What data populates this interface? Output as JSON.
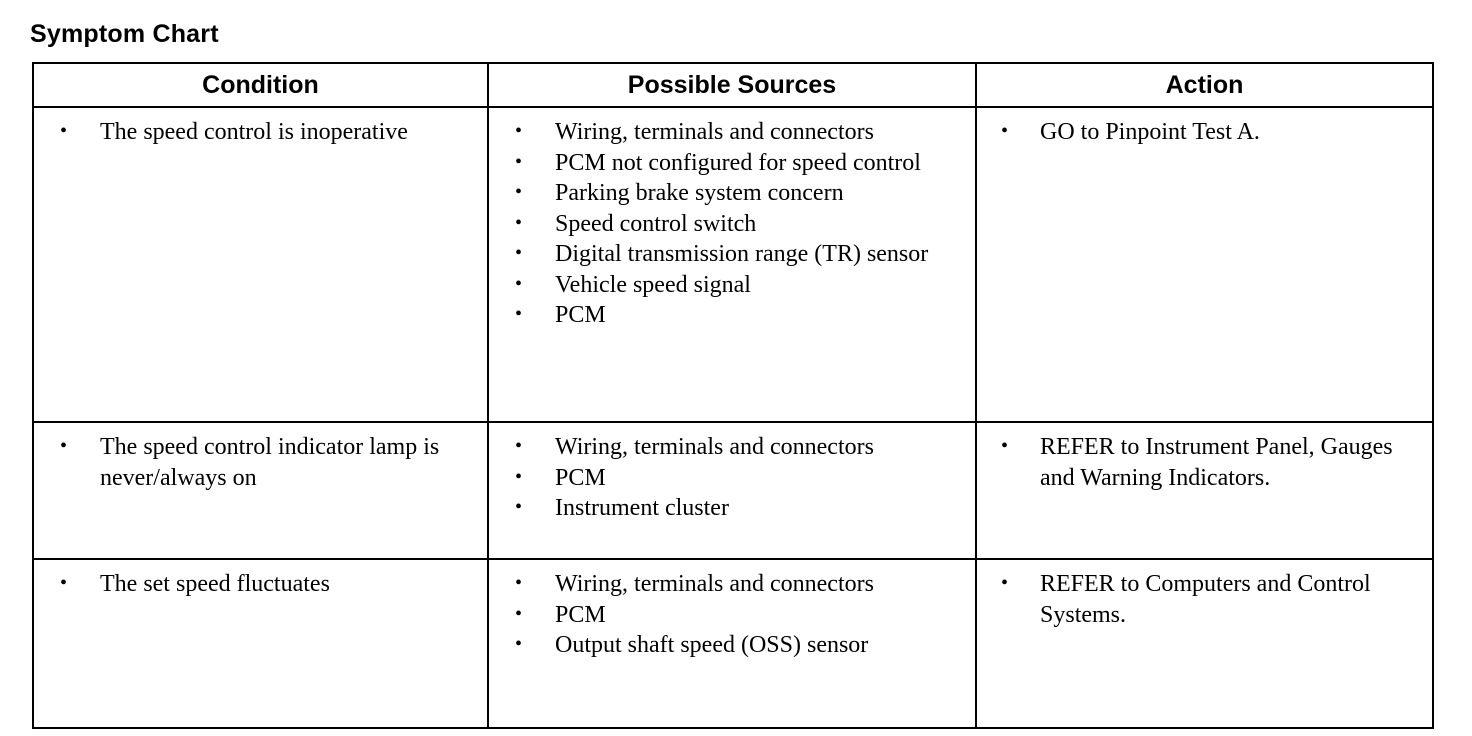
{
  "document": {
    "title": "Symptom Chart"
  },
  "table": {
    "headers": [
      {
        "key": "condition",
        "label": "Condition"
      },
      {
        "key": "sources",
        "label": "Possible Sources"
      },
      {
        "key": "action",
        "label": "Action"
      }
    ],
    "rows": [
      {
        "condition": [
          "The speed control is inoperative"
        ],
        "sources": [
          "Wiring, terminals and connectors",
          "PCM not configured for speed control",
          "Parking brake system concern",
          "Speed control switch",
          "Digital transmission range (TR) sensor",
          "Vehicle speed signal",
          "PCM"
        ],
        "action": [
          "GO to Pinpoint Test A."
        ]
      },
      {
        "condition": [
          "The speed control indicator lamp is never/always on"
        ],
        "sources": [
          "Wiring, terminals and connectors",
          "PCM",
          "Instrument cluster"
        ],
        "action": [
          "REFER to Instrument Panel, Gauges and Warning Indicators."
        ]
      },
      {
        "condition": [
          "The set speed fluctuates"
        ],
        "sources": [
          "Wiring, terminals and connectors",
          "PCM",
          "Output shaft speed (OSS) sensor"
        ],
        "action": [
          "REFER to Computers and Control Systems."
        ]
      }
    ]
  },
  "style": {
    "border_color": "#000000",
    "text_color": "#000000",
    "background": "#ffffff",
    "bullet_glyph": "•"
  }
}
